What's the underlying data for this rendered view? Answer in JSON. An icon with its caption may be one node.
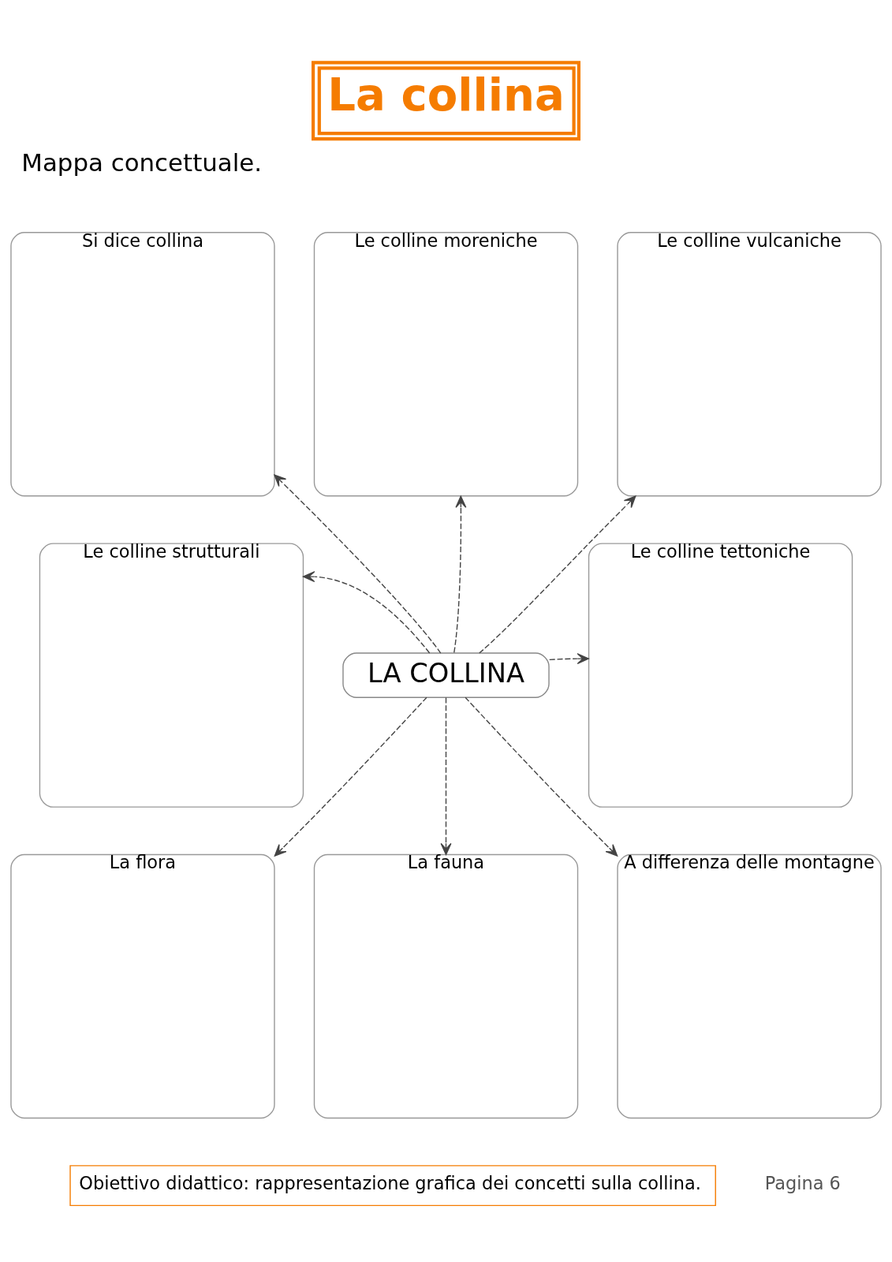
{
  "diagram": {
    "title": "La collina",
    "nodes": [
      {
        "text": [
          "Si dice collina"
        ]
      },
      {
        "text": [
          "Le colline moreniche"
        ]
      },
      {
        "text": [
          "Le colline vulcaniche"
        ]
      },
      {
        "text": [
          "Le colline strutturali"
        ]
      },
      {
        "text": [
          "LA COLLINA"
        ]
      },
      {
        "text": [
          "Le colline tettoniche"
        ]
      },
      {
        "text": [
          "La flora"
        ]
      },
      {
        "text": [
          "La fauna"
        ]
      },
      {
        "text": [
          "A differenza delle montagne"
        ]
      }
    ],
    "edges": [
      {
        "from": 4,
        "to": 0,
        "arrow": "to",
        "style": "dashed"
      },
      {
        "from": 4,
        "to": 1,
        "arrow": "to",
        "style": "dashed"
      },
      {
        "from": 4,
        "to": 2,
        "arrow": "to",
        "style": "dashed"
      },
      {
        "from": 4,
        "to": 3,
        "arrow": "to",
        "style": "dashed"
      },
      {
        "from": 4,
        "to": 5,
        "arrow": "to",
        "style": "dashed"
      },
      {
        "from": 4,
        "to": 6,
        "arrow": "to",
        "style": "dashed"
      },
      {
        "from": 4,
        "to": 7,
        "arrow": "to",
        "style": "dashed"
      },
      {
        "from": 4,
        "to": 8,
        "arrow": "to",
        "style": "dashed"
      }
    ],
    "labels": [
      "Mappa concettuale.",
      "Obiettivo didattico: rappresentazione grafica dei concetti sulla collina.",
      "Pagina 6"
    ]
  }
}
